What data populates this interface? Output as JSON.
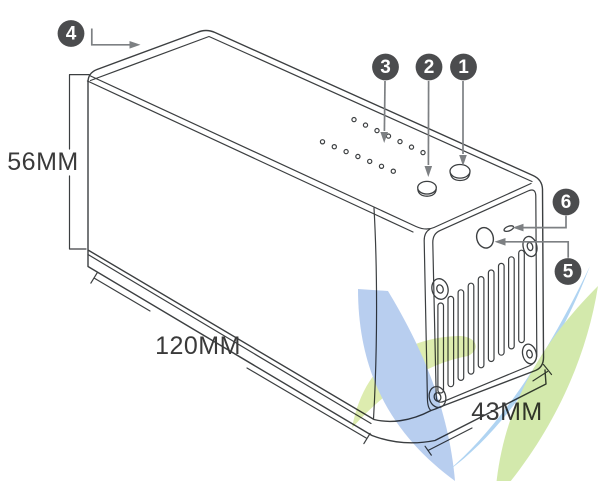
{
  "diagram": {
    "dimensions": {
      "height": "56MM",
      "length": "120MM",
      "width": "43MM"
    },
    "callouts": {
      "c1": "1",
      "c2": "2",
      "c3": "3",
      "c4": "4",
      "c5": "5",
      "c6": "6"
    },
    "colors": {
      "line": "#3c3f41",
      "badge": "#4b4c4e",
      "arrow": "#7d8083",
      "logo_blue": "#a9c3ec",
      "logo_green": "#c9e49a",
      "logo_yellow_green": "#d6e89e",
      "logo_light_blue": "#9fcbf0"
    }
  }
}
